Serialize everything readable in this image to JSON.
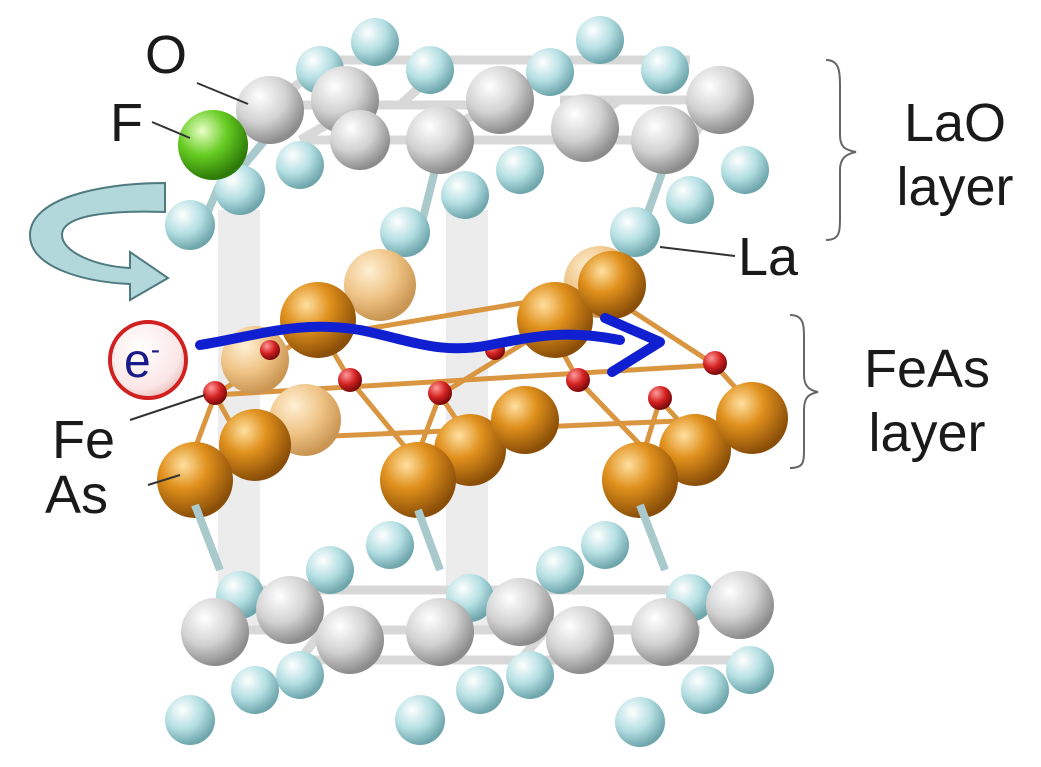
{
  "labels": {
    "O": "O",
    "F": "F",
    "La": "La",
    "Fe": "Fe",
    "As": "As",
    "electron_base": "e",
    "electron_sup": "-"
  },
  "layers": {
    "lao_line1": "LaO",
    "lao_line2": "layer",
    "feas_line1": "FeAs",
    "feas_line2": "layer"
  },
  "colors": {
    "O": "#c9c9c9",
    "La": "#a8d8dc",
    "F": "#5cc21c",
    "As": "#d98a1a",
    "Fe": "#cc2020",
    "electron_path": "#1020d0",
    "electron_ring": "#d02020",
    "transfer_arrow": "#a8d0d4"
  }
}
